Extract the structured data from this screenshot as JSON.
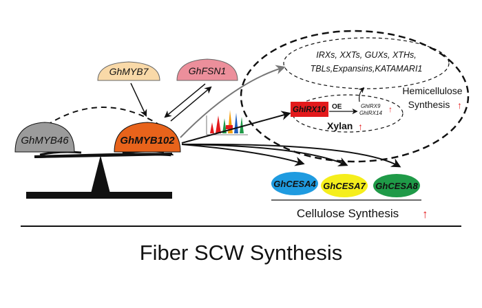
{
  "nodes": {
    "myb7": "GhMYB7",
    "fsn1": "GhFSN1",
    "myb46": "GhMYB46",
    "myb102": "GhMYB102",
    "irx10": "GhIRX10",
    "cesa4": "GhCESA4",
    "cesa7": "GhCESA7",
    "cesa8": "GhCESA8"
  },
  "hemicellulose": {
    "genes_line1": "IRXs, XXTs, GUXs, XTHs,",
    "genes_line2": "TBLs,Expansins,KATAMARI1",
    "label_line1": "Hemicellulose",
    "label_line2": "Synthesis",
    "oe_label": "OE",
    "irx9": "GhIRX9",
    "irx14": "GhIRX14",
    "xylan": "Xylan"
  },
  "cellulose_label": "Cellulose Synthesis",
  "up_arrow": "↑",
  "footer_title": "Fiber SCW Synthesis",
  "colors": {
    "myb7": "#f9d9a8",
    "fsn1": "#ec8f9b",
    "myb46": "#9b9b9b",
    "myb102": "#e8631b",
    "irx10": "#e31a1c",
    "cesa4": "#1f9be0",
    "cesa7": "#f5ee1c",
    "cesa8": "#1f9a48",
    "up_arrow": "#e31a1c"
  }
}
